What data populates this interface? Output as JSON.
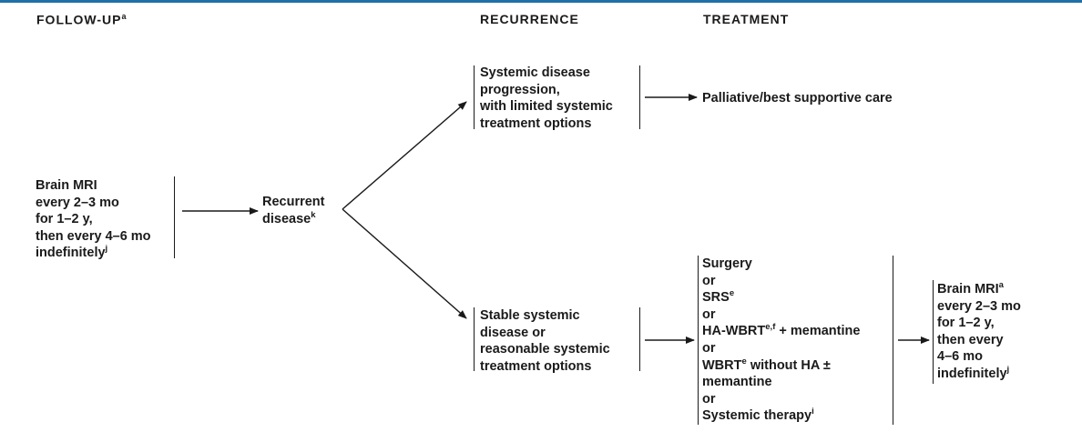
{
  "theme": {
    "accent_bar": "#1f6fa8",
    "ink": "#1a1a1a",
    "background": "#ffffff"
  },
  "headers": {
    "follow_up": "FOLLOW-UP",
    "follow_up_footnote": "a",
    "recurrence": "RECURRENCE",
    "treatment": "TREATMENT"
  },
  "follow_up_box": {
    "line1": "Brain MRI",
    "line2": "every 2–3 mo",
    "line3": "for 1–2 y,",
    "line4": "then every 4–6 mo",
    "line5": "indefinitely",
    "line5_footnote": "j"
  },
  "recurrent": {
    "line1": "Recurrent",
    "line2": "disease",
    "footnote": "k"
  },
  "progression": {
    "line1": "Systemic disease",
    "line2": "progression,",
    "line3": "with limited systemic",
    "line4": "treatment options"
  },
  "palliative": {
    "text": "Palliative/best supportive care"
  },
  "stable": {
    "line1": "Stable systemic",
    "line2": "disease or",
    "line3": "reasonable systemic",
    "line4": "treatment options"
  },
  "options": {
    "surgery": "Surgery",
    "or": "or",
    "srs": "SRS",
    "srs_footnote": "e",
    "ha_wbrt": "HA-WBRT",
    "ha_wbrt_footnote": "e,f",
    "ha_wbrt_rest": " + memantine",
    "wbrt": "WBRT",
    "wbrt_footnote": "e",
    "wbrt_rest": " without HA ±",
    "wbrt_line2": "memantine",
    "systemic": "Systemic therapy",
    "systemic_footnote": "i"
  },
  "final_box": {
    "line1": "Brain MRI",
    "line1_footnote": "a",
    "line2": "every 2–3 mo",
    "line3": "for 1–2 y,",
    "line4": "then every",
    "line5": "4–6 mo",
    "line6": "indefinitely",
    "line6_footnote": "j"
  }
}
